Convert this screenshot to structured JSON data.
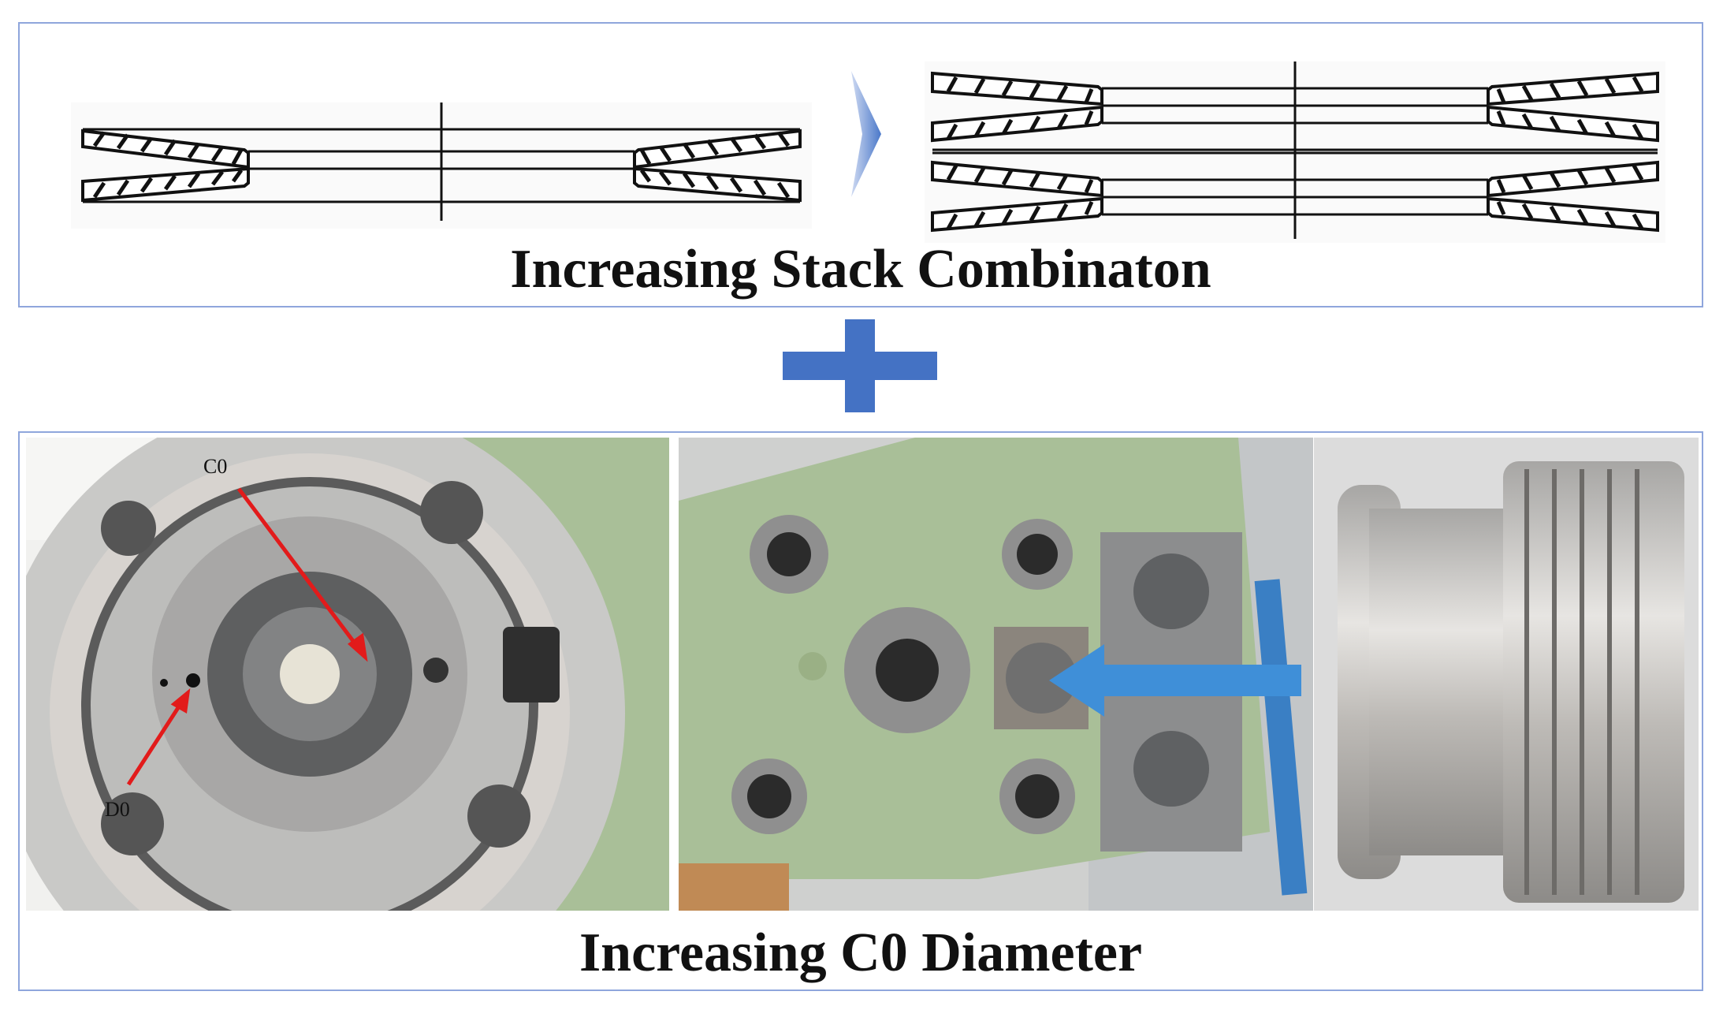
{
  "top_caption": "Increasing Stack Combinaton",
  "bottom_caption": "Increasing C0 Diameter",
  "labels": {
    "c0": "C0",
    "d0": "D0"
  },
  "colors": {
    "panel_border": "#8fa6dc",
    "plus_sign": "#4472c4",
    "arrow_blue": "#3f8fd8",
    "annotation_red": "#e21b1b",
    "fixture_green": "#a8bf98"
  },
  "icons": {
    "transition_arrow": "chevron-right-icon",
    "combine": "plus-icon"
  }
}
